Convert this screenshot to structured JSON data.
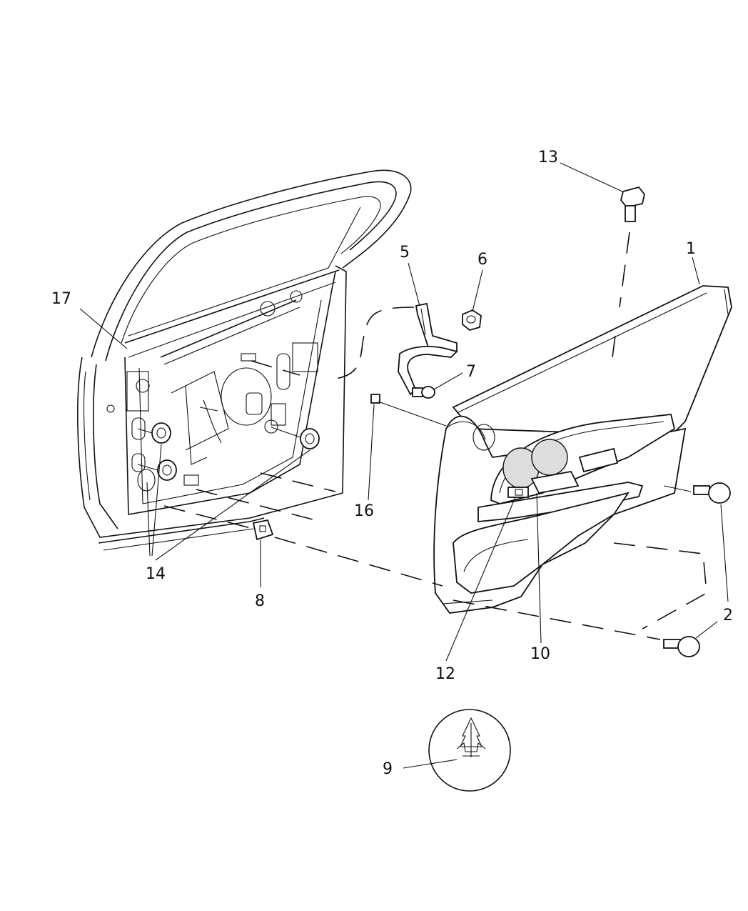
{
  "callouts": {
    "c1": "1",
    "c2": "2",
    "c5": "5",
    "c6": "6",
    "c7": "7",
    "c8": "8",
    "c9": "9",
    "c10": "10",
    "c12": "12",
    "c13": "13",
    "c14": "14",
    "c16": "16",
    "c17": "17"
  },
  "icons": {
    "fastener_symbol": "tree-pine-fastener-icon"
  }
}
